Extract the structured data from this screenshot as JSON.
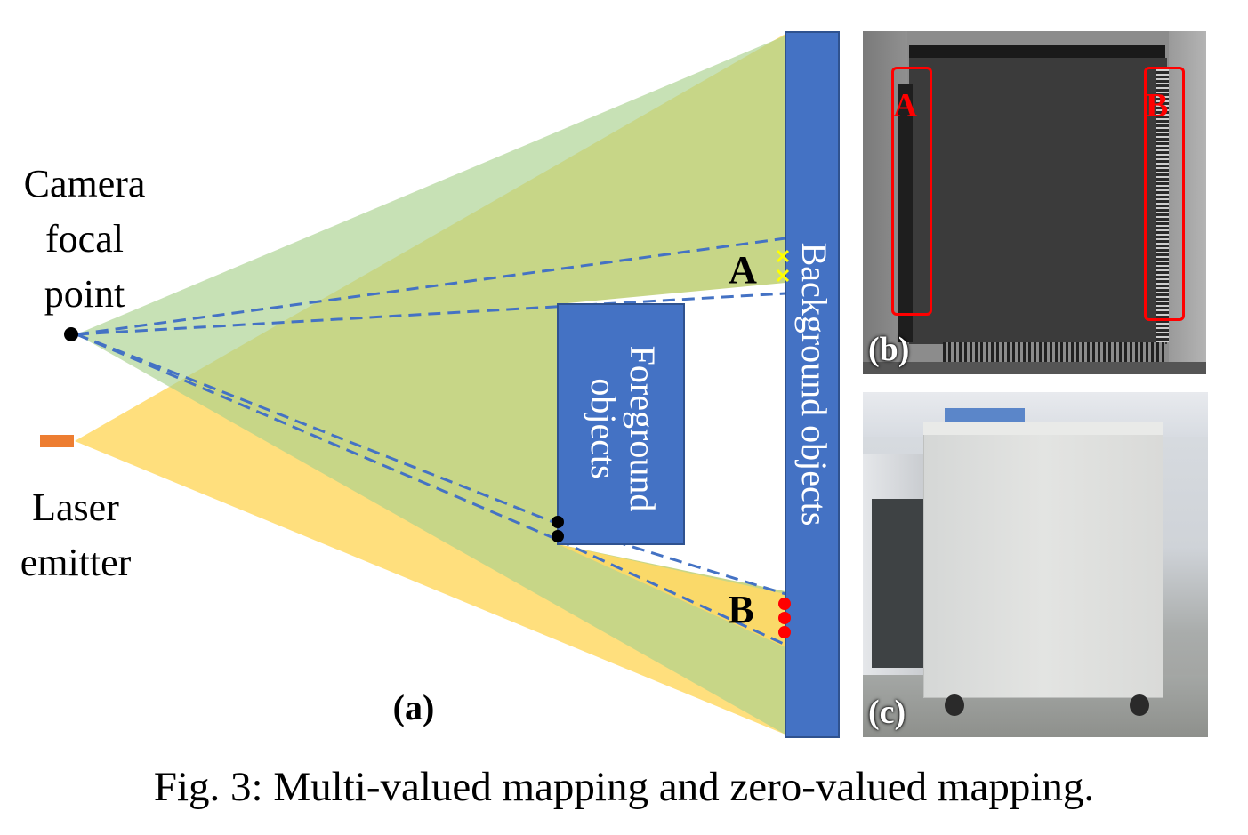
{
  "diagram": {
    "camera_label": [
      "Camera",
      "focal",
      "point"
    ],
    "laser_label": [
      "Laser",
      "emitter"
    ],
    "foreground_label": [
      "Foreground",
      "objects"
    ],
    "background_label": "Background objects",
    "point_a_label": "A",
    "point_b_label": "B",
    "panel_a_label": "(a)"
  },
  "depth_panel": {
    "label": "(b)",
    "roi_a_label": "A",
    "roi_b_label": "B"
  },
  "rgb_panel": {
    "label": "(c)"
  },
  "caption": "Fig. 3: Multi-valued mapping and zero-valued mapping.",
  "colors": {
    "blue_box": "#4472c4",
    "laser": "#ed7d31",
    "green_fov": "#a9d18e",
    "yellow_fov": "#ffd966",
    "red_roi": "#ff0000",
    "yellow_marks": "#ffff00"
  }
}
